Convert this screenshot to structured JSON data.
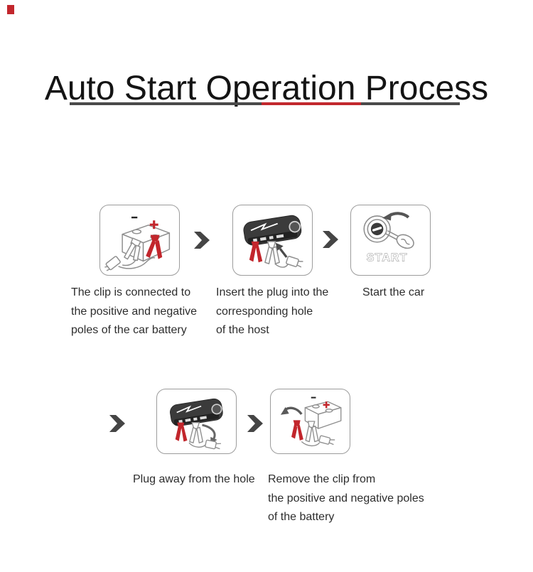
{
  "title": "Auto Start Operation Process",
  "divider": {
    "base_color": "#4a4a4a",
    "accent_color": "#c2282e"
  },
  "palette": {
    "clip_red": "#c2262c",
    "line_art_gray": "#8e8e8e",
    "device_dark": "#3b3b3b",
    "chevron_gray": "#454545",
    "caption_text": "#2d2d2d"
  },
  "steps": [
    {
      "caption": "The clip is connected to\nthe positive and negative\npoles of the car battery"
    },
    {
      "caption": "Insert the plug into the\ncorresponding hole\nof the host"
    },
    {
      "caption": "Start the car",
      "icon_label": "START"
    },
    {
      "caption": "Plug away from the hole"
    },
    {
      "caption": "Remove the clip from\nthe positive and negative poles\nof the battery"
    }
  ]
}
